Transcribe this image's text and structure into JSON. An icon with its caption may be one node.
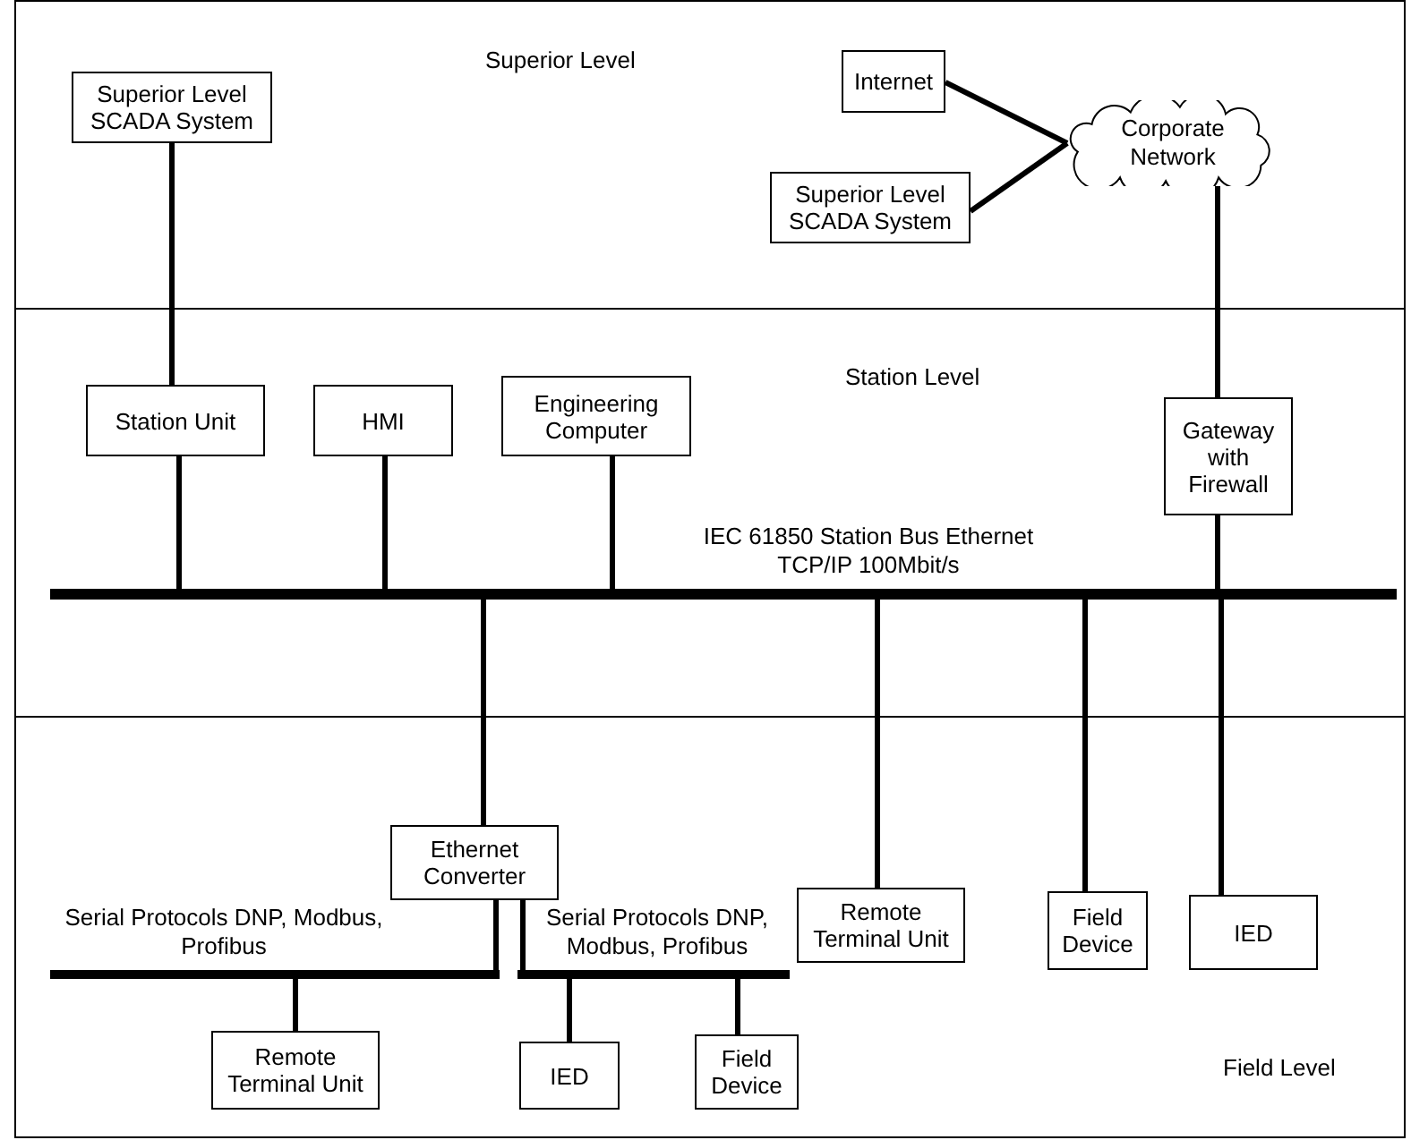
{
  "diagram": {
    "nodes": [
      {
        "text": [
          "Superior Level"
        ]
      },
      {
        "text": [
          "Superior Level SCADA System"
        ],
        "in": 0
      },
      {
        "text": [
          "Internet"
        ],
        "in": 0
      },
      {
        "text": [
          "Corporate Network"
        ],
        "in": 0
      },
      {
        "text": [
          "Superior Level SCADA System"
        ],
        "in": 0
      },
      {
        "text": [
          "Station Level"
        ]
      },
      {
        "text": [
          "Station Unit"
        ],
        "in": 5
      },
      {
        "text": [
          "HMI"
        ],
        "in": 5
      },
      {
        "text": [
          "Engineering Computer"
        ],
        "in": 5
      },
      {
        "text": [
          "Gateway with Firewall"
        ],
        "in": 5
      },
      {
        "text": [],
        "shape": "bar",
        "in": 5
      },
      {
        "text": [
          "Field Level"
        ]
      },
      {
        "text": [
          "Remote Terminal Unit"
        ],
        "in": 11
      },
      {
        "text": [
          "Field Device"
        ],
        "in": 11
      },
      {
        "text": [
          "IED"
        ],
        "in": 11
      },
      {
        "text": [
          "Ethernet Converter"
        ],
        "in": 11
      },
      {
        "text": [],
        "shape": "bar",
        "in": 11
      },
      {
        "text": [],
        "shape": "bar",
        "in": 11
      },
      {
        "text": [
          "Remote Terminal Unit"
        ],
        "in": 11
      },
      {
        "text": [
          "IED"
        ],
        "in": 11
      },
      {
        "text": [
          "Field Device"
        ],
        "in": 11
      }
    ],
    "edges": [
      {
        "from": 1,
        "to": 6,
        "arrow": "none"
      },
      {
        "from": 2,
        "to": 3,
        "arrow": "none"
      },
      {
        "from": 4,
        "to": 3,
        "arrow": "none"
      },
      {
        "from": 3,
        "to": 9,
        "arrow": "none"
      },
      {
        "from": 9,
        "to": 10,
        "arrow": "none"
      },
      {
        "from": 6,
        "to": 10,
        "arrow": "none"
      },
      {
        "from": 7,
        "to": 10,
        "arrow": "none"
      },
      {
        "from": 8,
        "to": 10,
        "arrow": "none"
      },
      {
        "from": 10,
        "to": 15,
        "arrow": "none"
      },
      {
        "from": 10,
        "to": 12,
        "arrow": "none"
      },
      {
        "from": 10,
        "to": 13,
        "arrow": "none"
      },
      {
        "from": 10,
        "to": 14,
        "arrow": "none"
      },
      {
        "from": 15,
        "to": 16,
        "arrow": "none"
      },
      {
        "from": 15,
        "to": 17,
        "arrow": "none"
      },
      {
        "from": 16,
        "to": 18,
        "arrow": "none"
      },
      {
        "from": 17,
        "to": 19,
        "arrow": "none"
      },
      {
        "from": 17,
        "to": 20,
        "arrow": "none"
      }
    ],
    "labels": [
      "IEC 61850 Station Bus Ethernet TCP/IP 100Mbit/s",
      "Serial Protocols DNP, Modbus, Profibus",
      "Serial Protocols DNP, Modbus, Profibus"
    ]
  }
}
